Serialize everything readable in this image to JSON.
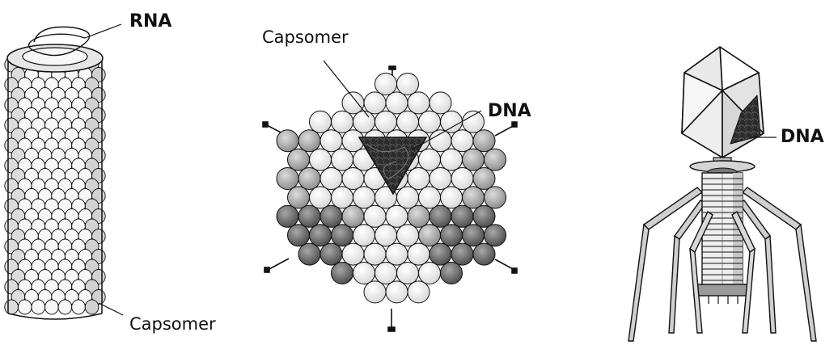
{
  "labels": {
    "tmv_rna": "RNA",
    "tmv_capsomer": "Capsomer",
    "adeno_capsomer": "Capsomer",
    "adeno_dna": "DNA",
    "phage_dna": "DNA"
  },
  "colors": {
    "ink": "#111111",
    "capsomer_light": "#f4f4f4",
    "capsomer_mid": "#c8c8c8",
    "capsomer_dark": "#8a8a8a",
    "core_dark": "#333333"
  }
}
